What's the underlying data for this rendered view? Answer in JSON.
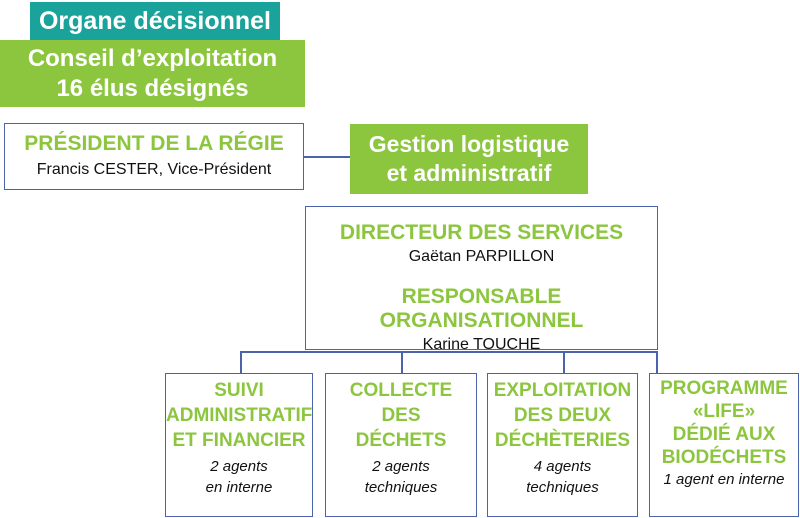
{
  "organe_tag": "Organe décisionnel",
  "conseil": {
    "line1": "Conseil d’exploitation",
    "line2": "16 élus désignés"
  },
  "president": {
    "title": "PRÉSIDENT DE LA RÉGIE",
    "name": "Francis CESTER, Vice-Président"
  },
  "gestion": {
    "line1": "Gestion logistique",
    "line2": "et administratif"
  },
  "direction": {
    "directeur_title": "DIRECTEUR DES SERVICES",
    "directeur_name": "Gaëtan PARPILLON",
    "responsable_title": "RESPONSABLE ORGANISATIONNEL",
    "responsable_name": "Karine TOUCHE"
  },
  "services": [
    {
      "title": "SUIVI\nADMINISTRATIF\nET FINANCIER",
      "note": "2 agents\nen interne"
    },
    {
      "title": "COLLECTE\nDES\nDÉCHETS",
      "note": "2 agents\ntechniques"
    },
    {
      "title": "EXPLOITATION\nDES DEUX\nDÉCHÈTERIES",
      "note": "4 agents\ntechniques"
    },
    {
      "title": "PROGRAMME\n«LIFE»\nDÉDIÉ AUX\nBIODÉCHETS",
      "note": "1 agent en interne"
    }
  ],
  "colors": {
    "teal": "#1aa39a",
    "green": "#8cc63f",
    "border_blue": "#4b63a8"
  }
}
